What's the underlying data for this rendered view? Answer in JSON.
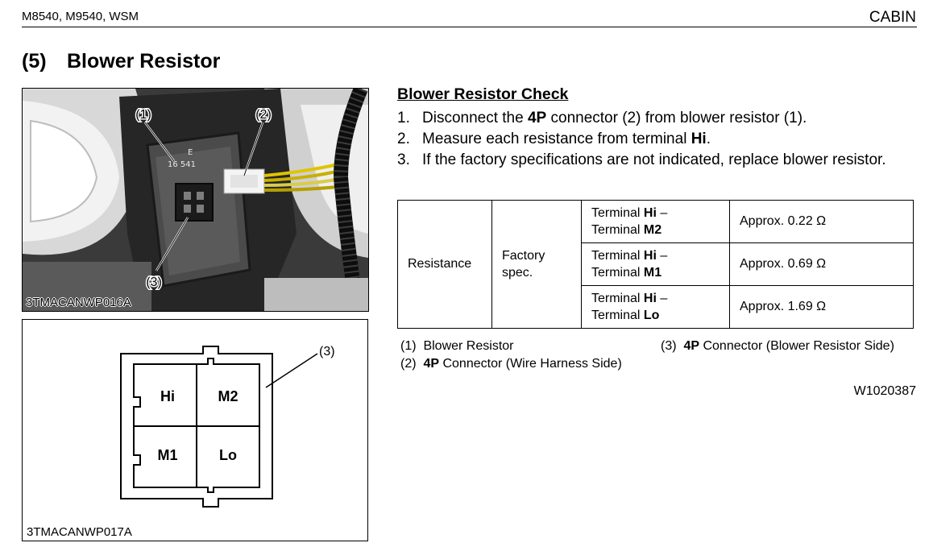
{
  "header": {
    "left": "M8540, M9540, WSM",
    "right": "CABIN"
  },
  "section": {
    "number": "(5)",
    "title": "Blower Resistor"
  },
  "photo": {
    "callouts": [
      "(1)",
      "(2)",
      "(3)"
    ],
    "part_text": [
      "E",
      "16 541"
    ],
    "code": "3TMACANWP016A"
  },
  "connector_diagram": {
    "callout": "(3)",
    "terminals": [
      "Hi",
      "M2",
      "M1",
      "Lo"
    ],
    "code": "3TMACANWP017A"
  },
  "check": {
    "title": "Blower Resistor Check",
    "steps": [
      {
        "num": "1.",
        "pre": "Disconnect the ",
        "bold": "4P",
        "post": " connector (2) from blower resistor (1)."
      },
      {
        "num": "2.",
        "pre": "Measure each resistance from terminal ",
        "bold": "Hi",
        "post": "."
      },
      {
        "num": "3.",
        "text": "If the factory specifications are not indicated, replace blower resistor."
      }
    ]
  },
  "spec_table": {
    "item": "Resistance",
    "spec_label_1": "Factory",
    "spec_label_2": "spec.",
    "rows": [
      {
        "a_pre": "Terminal ",
        "a_bold": "Hi",
        "a_post": " –",
        "b_pre": "Terminal ",
        "b_bold": "M2",
        "value": "Approx. 0.22 Ω"
      },
      {
        "a_pre": "Terminal ",
        "a_bold": "Hi",
        "a_post": " –",
        "b_pre": "Terminal ",
        "b_bold": "M1",
        "value": "Approx. 0.69 Ω"
      },
      {
        "a_pre": "Terminal ",
        "a_bold": "Hi",
        "a_post": " –",
        "b_pre": "Terminal ",
        "b_bold": "Lo",
        "value": "Approx. 1.69 Ω"
      }
    ]
  },
  "legend": [
    {
      "num": "(1)",
      "bold": "",
      "text": "Blower Resistor"
    },
    {
      "num": "(2)",
      "bold": "4P",
      "text": " Connector (Wire Harness Side)"
    },
    {
      "num": "(3)",
      "bold": "4P",
      "text": " Connector (Blower Resistor Side)"
    }
  ],
  "doc_code": "W1020387"
}
